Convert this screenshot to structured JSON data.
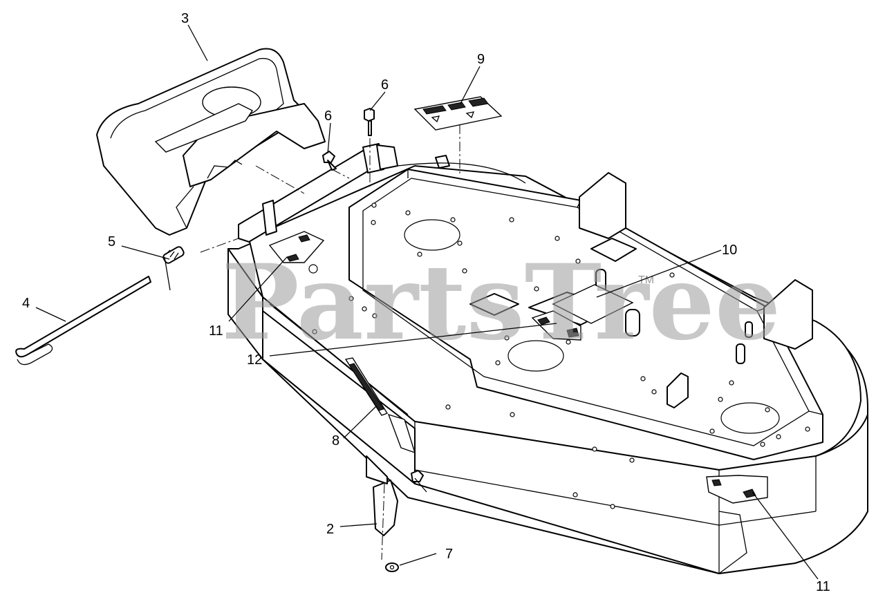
{
  "watermark": {
    "text": "PartsTree",
    "trademark": "TM"
  },
  "callouts": [
    {
      "id": "callout-3",
      "label": "3"
    },
    {
      "id": "callout-9",
      "label": "9"
    },
    {
      "id": "callout-6a",
      "label": "6"
    },
    {
      "id": "callout-6b",
      "label": "6"
    },
    {
      "id": "callout-5",
      "label": "5"
    },
    {
      "id": "callout-4",
      "label": "4"
    },
    {
      "id": "callout-11a",
      "label": "11"
    },
    {
      "id": "callout-10",
      "label": "10"
    },
    {
      "id": "callout-12",
      "label": "12"
    },
    {
      "id": "callout-8",
      "label": "8"
    },
    {
      "id": "callout-2",
      "label": "2"
    },
    {
      "id": "callout-7",
      "label": "7"
    },
    {
      "id": "callout-11b",
      "label": "11"
    }
  ]
}
